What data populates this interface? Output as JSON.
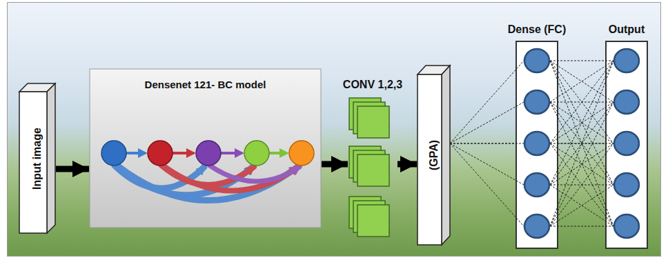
{
  "diagram": {
    "nodes": [
      {
        "text": [
          "Input image"
        ]
      },
      {
        "text": [
          "Densenet 121- BC model"
        ]
      },
      {
        "text": [
          "CONV 1,2,3"
        ]
      },
      {
        "text": [
          "(GPA)"
        ]
      },
      {
        "text": [
          "Dense (FC)"
        ]
      },
      {
        "text": [
          "Output"
        ]
      }
    ],
    "edges": [
      {
        "from": 0,
        "to": 1,
        "arrow": "to"
      },
      {
        "from": 1,
        "to": 2,
        "arrow": "to"
      },
      {
        "from": 2,
        "to": 3,
        "arrow": "to"
      },
      {
        "from": 3,
        "to": 4,
        "arrow": "none"
      },
      {
        "from": 4,
        "to": 5,
        "arrow": "none"
      }
    ]
  }
}
